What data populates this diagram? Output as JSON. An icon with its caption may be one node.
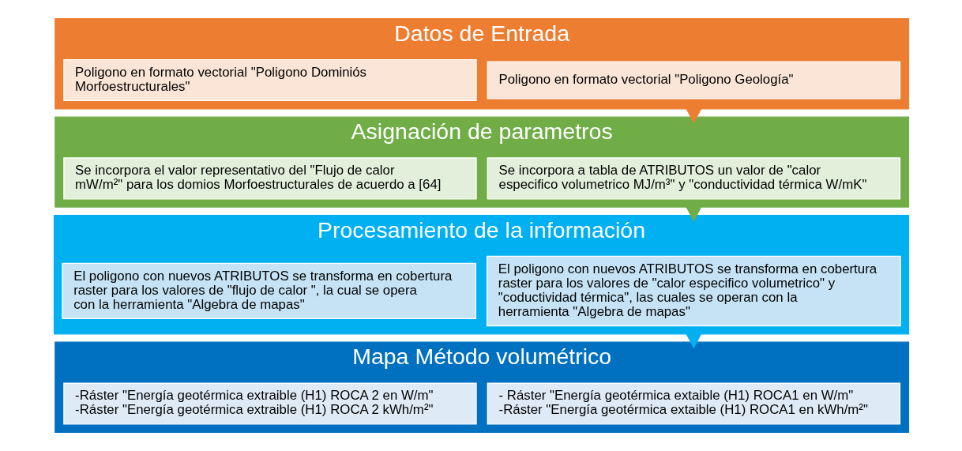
{
  "diagram": {
    "nodes": [
      {
        "text": [
          "Datos de Entrada"
        ]
      },
      {
        "text": [
          "Poligono en formato vectorial \"Poligono Geología\""
        ],
        "in": 0
      },
      {
        "text": [
          "Poligono en formato vectorial \"Poligono Dominiós Morfoestructurales\""
        ],
        "in": 0
      },
      {
        "text": [
          "Asignación de parametros"
        ]
      },
      {
        "text": [
          "Se incorpora a tabla de ATRIBUTOS un valor de \"calor especifico volumetrico MJ/m³\" y \"conductividad térmica W/mK\""
        ],
        "in": 3
      },
      {
        "text": [
          "Se incorpora el valor representativo del \"Flujo de calor mW/m²\" para los domios Morfoestructurales de acuerdo a [64]"
        ],
        "in": 3
      },
      {
        "text": [
          "Procesamiento de la información"
        ]
      },
      {
        "text": [
          "El poligono con nuevos ATRIBUTOS se transforma en cobertura raster para los valores de \"calor especifico volumetrico\" y \"coductividad térmica\", las cuales se operan con la herramienta \"Algebra de mapas\""
        ],
        "in": 6
      },
      {
        "text": [
          "El poligono con nuevos ATRIBUTOS se transforma en cobertura raster para los valores de \"flujo de calor \", la cual se opera con la herramienta \"Algebra de mapas\""
        ],
        "in": 6
      },
      {
        "text": [
          "Mapa Método volumétrico"
        ]
      },
      {
        "text": [
          "- Ráster \"Energía geotérmica extaible (H1) ROCA1 en W/m\"",
          "-Ráster \"Energía geotérmica extaible (H1) ROCA1 en kWh/m²\""
        ],
        "in": 9
      },
      {
        "text": [
          "-Ráster \"Energía geotérmica extraible (H1) ROCA 2 en W/m\"",
          "-Ráster \"Energía geotérmica extraible (H1) ROCA 2 kWh/m²\""
        ],
        "in": 9
      }
    ],
    "edges": [
      {
        "from": 0,
        "to": 3,
        "arrow": "to",
        "color": "#ed7d31"
      },
      {
        "from": 3,
        "to": 6,
        "arrow": "to",
        "color": "#70ad47"
      },
      {
        "from": 6,
        "to": 9,
        "arrow": "to",
        "color": "#00b0f0"
      }
    ]
  }
}
